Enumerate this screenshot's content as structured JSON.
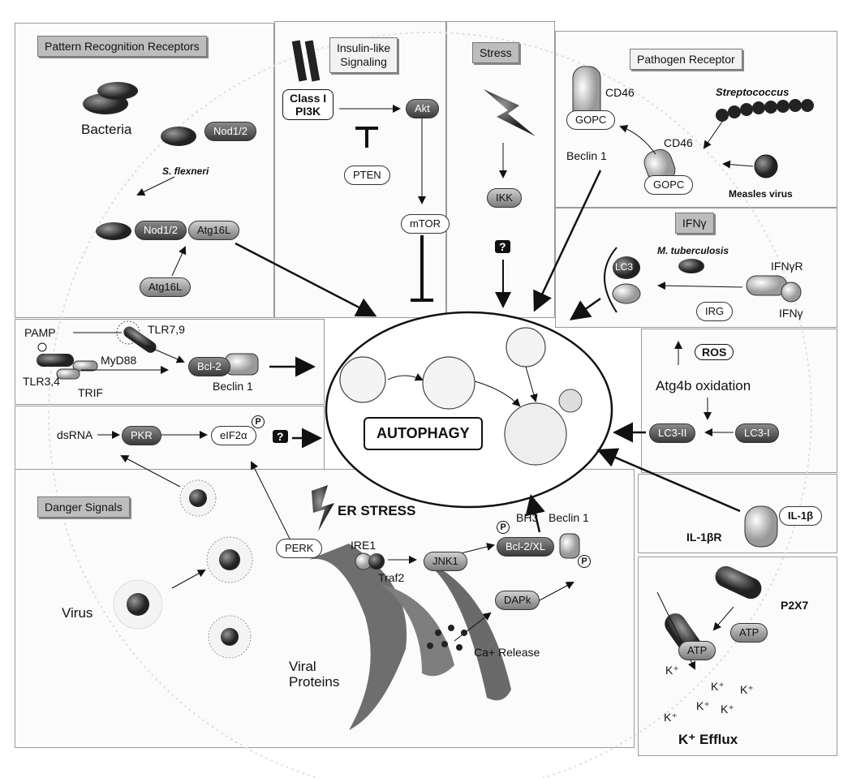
{
  "sections": {
    "prr": "Pattern Recognition Receptors",
    "insulin": "Insulin-like\nSignaling",
    "stress": "Stress",
    "pathogen": "Pathogen Receptor",
    "ifn": "IFNγ",
    "danger": "Danger Signals",
    "er_stress": "ER STRESS",
    "k_efflux": "K⁺ Efflux"
  },
  "center": "AUTOPHAGY",
  "labels": {
    "bacteria": "Bacteria",
    "nod12_a": "Nod1/2",
    "s_flexneri": "S. flexneri",
    "nod12_b": "Nod1/2",
    "atg16l_a": "Atg16L",
    "atg16l_b": "Atg16L",
    "class_pi3k_1": "Class I",
    "class_pi3k_2": "PI3K",
    "akt": "Akt",
    "pten": "PTEN",
    "mtor": "mTOR",
    "ikk": "IKK",
    "q1": "?",
    "q2": "?",
    "cd46_a": "CD46",
    "gopc_a": "GOPC",
    "beclin_a": "Beclin 1",
    "streptococcus": "Streptococcus",
    "cd46_b": "CD46",
    "gopc_b": "GOPC",
    "measles": "Measles virus",
    "m_tb": "M. tuberculosis",
    "ifngr": "IFNγR",
    "ifng": "IFNγ",
    "lc3": "LC3",
    "irg": "IRG",
    "pamp": "PAMP",
    "tlr79": "TLR7,9",
    "myd88": "MyD88",
    "tlr34": "TLR3,4",
    "trif": "TRIF",
    "bcl2": "Bcl-2",
    "beclin_b": "Beclin 1",
    "ros": "ROS",
    "atg4b": "Atg4b oxidation",
    "lc3ii": "LC3-II",
    "lc3i": "LC3-I",
    "dsrna": "dsRNA",
    "pkr": "PKR",
    "eif2a": "eIF2α",
    "p": "P",
    "perk": "PERK",
    "ire1": "IRE1",
    "traf2": "Traf2",
    "jnk1": "JNK1",
    "bcl2xl": "Bcl-2/XL",
    "bh3": "BH3",
    "beclin_c": "Beclin 1",
    "dapk": "DAPk",
    "ca": "Ca+ Release",
    "virus": "Virus",
    "viral_proteins": "Viral\nProteins",
    "il1b": "IL-1β",
    "il1br": "IL-1βR",
    "p2x7": "P2X7",
    "atp_a": "ATP",
    "atp_b": "ATP",
    "kplus": "K⁺"
  }
}
